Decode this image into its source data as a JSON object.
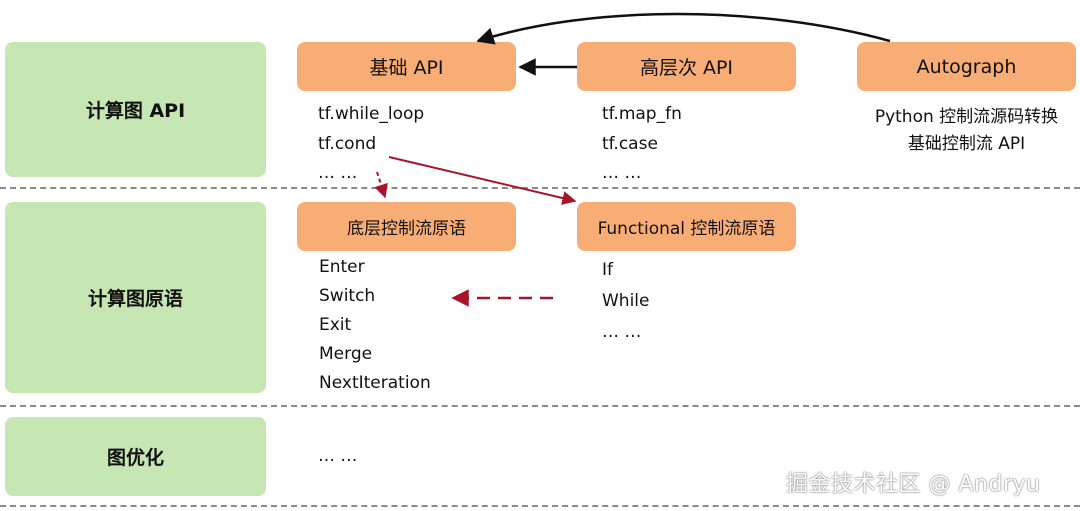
{
  "layers": {
    "api": "计算图 API",
    "primitives": "计算图原语",
    "optimization": "图优化"
  },
  "boxes": {
    "base_api": "基础 API",
    "high_api": "高层次 API",
    "autograph": "Autograph",
    "low_primitives": "底层控制流原语",
    "functional_primitives": "Functional 控制流原语"
  },
  "base_api_items": [
    "tf.while_loop",
    "tf.cond",
    "… …"
  ],
  "high_api_items": [
    "tf.map_fn",
    "tf.case",
    "… …"
  ],
  "autograph_desc": [
    "Python 控制流源码转换",
    "基础控制流 API"
  ],
  "low_primitive_items": [
    "Enter",
    "Switch",
    "Exit",
    "Merge",
    "NextIteration"
  ],
  "functional_items": [
    "If",
    "While",
    "… …"
  ],
  "optimization_items": [
    "… …"
  ],
  "watermark": "掘金技术社区 @ Andryu",
  "colors": {
    "layer_bg": "#c6e6b4",
    "box_bg": "#f9ad76",
    "arrow_black": "#111111",
    "arrow_red": "#a8152a",
    "divider": "#8a8a8a"
  }
}
